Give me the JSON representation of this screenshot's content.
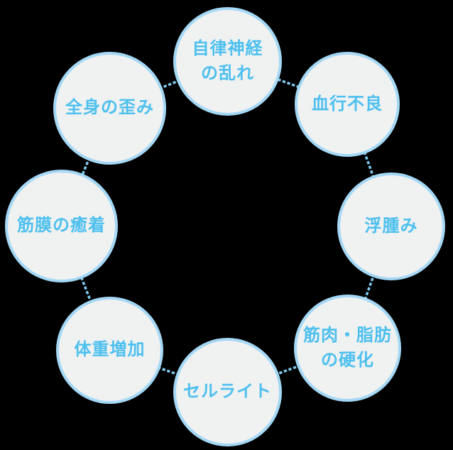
{
  "diagram": {
    "description_name": "symptom-cycle-diagram",
    "colors": {
      "background": "#000000",
      "circle_fill": "#F0F1F1",
      "circle_border": "#A4D8F5",
      "label_text": "#4DC0EF",
      "connector_dots": "#7FC9F0"
    },
    "items": [
      {
        "id": "autonomic-nerve-imbalance",
        "label": "自律神経\nの乱れ"
      },
      {
        "id": "poor-blood-circulation",
        "label": "血行不良"
      },
      {
        "id": "swelling",
        "label": "浮腫み"
      },
      {
        "id": "muscle-fat-hardening",
        "label": "筋肉・脂肪\nの硬化"
      },
      {
        "id": "cellulite",
        "label": "セルライト"
      },
      {
        "id": "weight-gain",
        "label": "体重増加"
      },
      {
        "id": "fascia-adhesion",
        "label": "筋膜の癒着"
      },
      {
        "id": "body-distortion",
        "label": "全身の歪み"
      }
    ]
  }
}
